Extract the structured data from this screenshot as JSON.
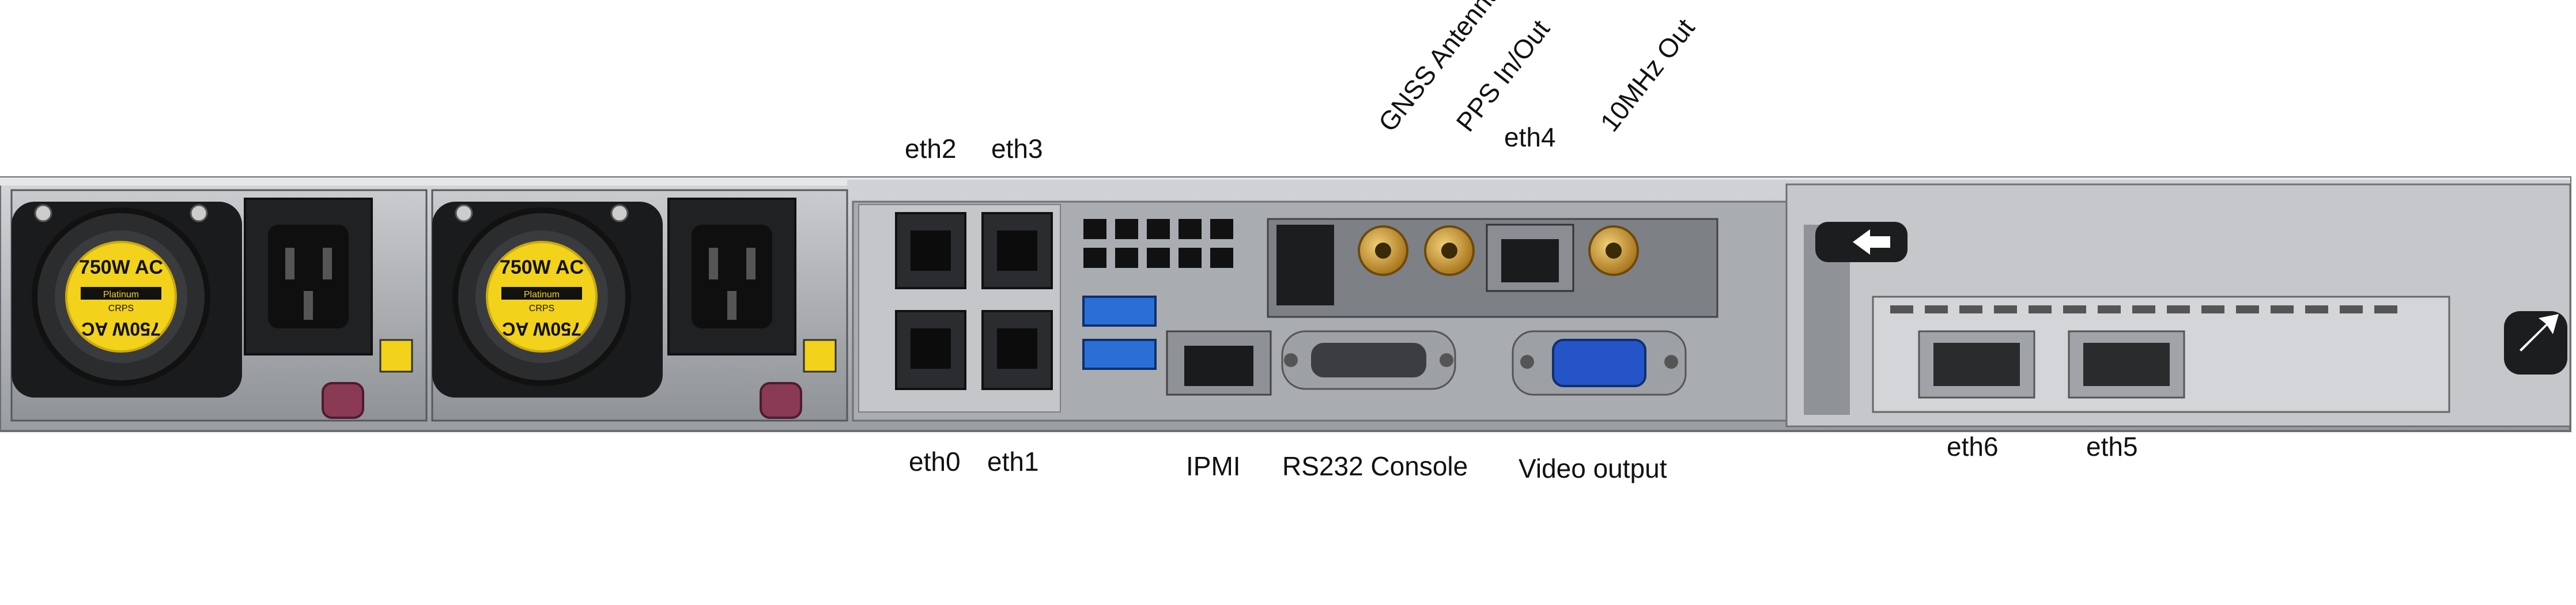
{
  "labels": {
    "eth2": "eth2",
    "eth3": "eth3",
    "eth0": "eth0",
    "eth1": "eth1",
    "gnss": "GNSS Antenna",
    "pps": "PPS In/Out",
    "eth4": "eth4",
    "mhz": "10MHz Out",
    "ipmi": "IPMI",
    "rs232": "RS232 Console",
    "video": "Video output",
    "eth6": "eth6",
    "eth5": "eth5"
  },
  "psu": {
    "rating_top": "750W AC",
    "rating_bottom": "750W AC",
    "tag1": "Platinum",
    "tag2": "CRPS"
  },
  "colors": {
    "chassis": "#b9bcc0",
    "panel_dark": "#2a2c2f",
    "psu_label": "#f2d21a",
    "usb_blue": "#2a6fd6",
    "vga_blue": "#2553c8",
    "gold": "#c99a2e",
    "handle": "#8a3a55"
  }
}
